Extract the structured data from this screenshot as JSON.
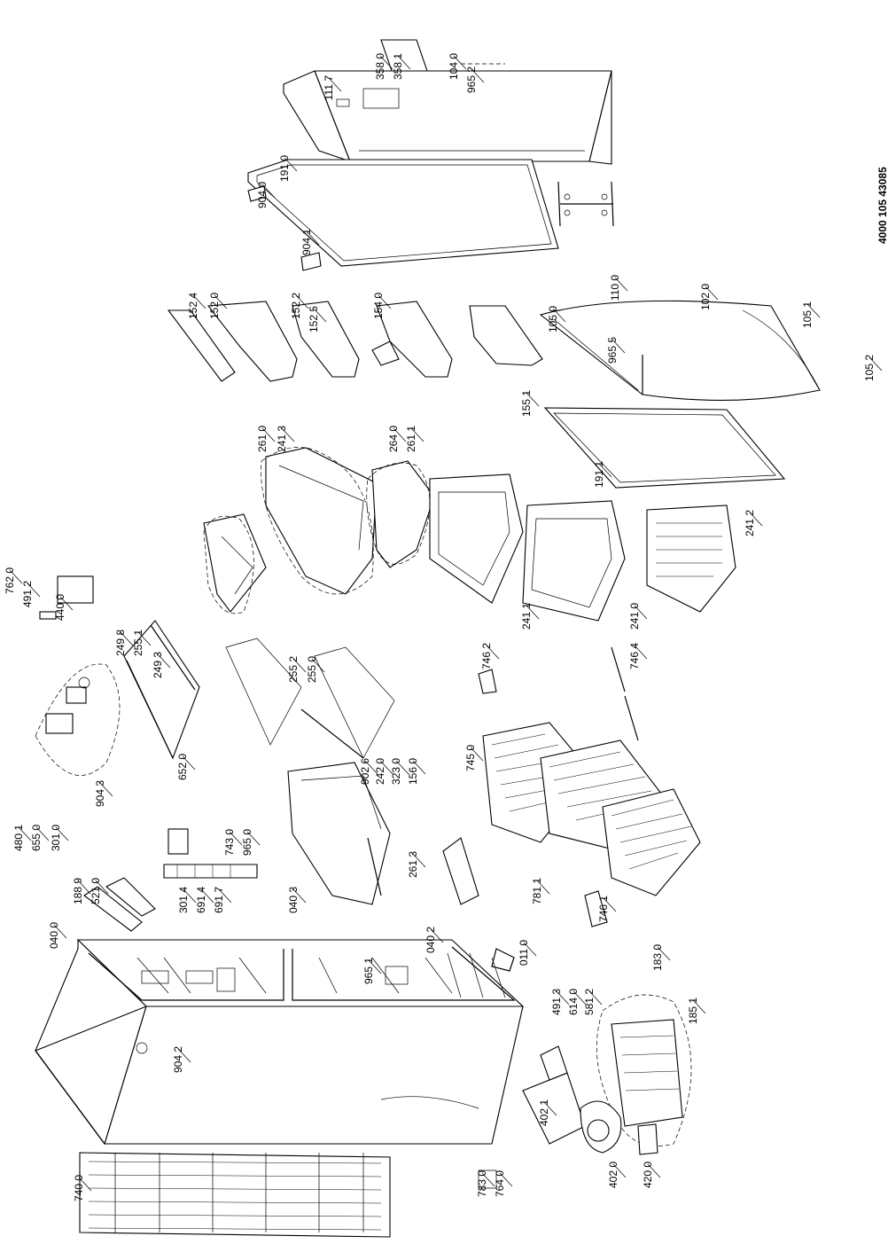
{
  "diagram": {
    "doc_id": "4000 105 43085",
    "labels": [
      "358 0",
      "358 1",
      "104 0",
      "965 2",
      "111 7",
      "191 0",
      "904 0",
      "904 1",
      "110 0",
      "102 0",
      "105 1",
      "105 2",
      "152 4",
      "152 0",
      "152 2",
      "152 5",
      "154 0",
      "105 0",
      "965 5",
      "155 1",
      "191 1",
      "261 0",
      "241 3",
      "264 0",
      "261 1",
      "241 1",
      "241 0",
      "241 2",
      "762 0",
      "491 2",
      "249 8",
      "255 1",
      "249 3",
      "440 0",
      "255 2",
      "255 0",
      "652 0",
      "902 6",
      "242 0",
      "323 0",
      "156 0",
      "261 3",
      "746 2",
      "746 4",
      "745 0",
      "781 1",
      "746 1",
      "480 1",
      "655 0",
      "301 0",
      "904 3",
      "188 9",
      "521 0",
      "040 0",
      "301 4",
      "691 4",
      "691 7",
      "743 0",
      "965 0",
      "040 3",
      "040 2",
      "965 1",
      "011 0",
      "904 2",
      "491 3",
      "614 0",
      "581 2",
      "183 0",
      "185 1",
      "740 0",
      "783 0",
      "764 0",
      "402 1",
      "402 0",
      "420 0"
    ]
  }
}
